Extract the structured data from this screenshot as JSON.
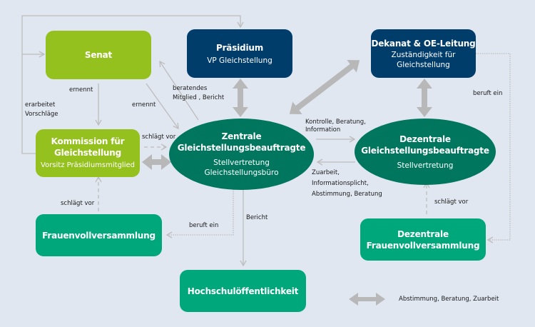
{
  "colors": {
    "background": "#e0e7f0",
    "senat_green": "#95c11f",
    "navy": "#003d6b",
    "dark_teal": "#00765f",
    "green": "#00a77b",
    "connector_gray": "#bdbdbd",
    "text_dark": "#1a1a1a",
    "text_light": "#ffffff"
  },
  "nodes": {
    "senat": {
      "title": "Senat"
    },
    "praesidium": {
      "title": "Präsidium",
      "subtitle": "VP Gleichstellung"
    },
    "dekanat": {
      "title": "Dekanat & OE-Leitung",
      "subtitle": "Zuständigkeit für\nGleichstellung"
    },
    "kommission": {
      "title": "Kommission für\nGleichstellung",
      "subtitle": "Vorsitz Präsidiumsmitglied"
    },
    "zentrale": {
      "title": "Zentrale\nGleichstellungsbeauftragte",
      "subtitle": "Stellvertretung\nGleichstellungsbüro"
    },
    "dezentrale": {
      "title": "Dezentrale\nGleichstellungsbeauftragte",
      "subtitle": "Stellvertretung"
    },
    "frauenvv": {
      "title": "Frauenvollversammlung"
    },
    "dez_frauenvv": {
      "title": "Dezentrale\nFrauenvollversammlung"
    },
    "hochschule": {
      "title": "Hochschulöffentlichkeit"
    }
  },
  "labels": {
    "ernennt_senat_kommission": "ernennt",
    "erarbeitet": "erarbeitet\nVorschläge",
    "ernennt_senat_zentrale": "ernennt",
    "beratendes": "beratendes\nMitglied , Bericht",
    "schlaegt_vor_kommission": "schlägt vor",
    "kontrolle": "Kontrolle, Beratung,\nInformation",
    "zuarbeit": "Zuarbeit,\nInformationsplicht,\nAbstimmung, Beratung",
    "schlaegt_vor_frauenvv": "schlägt vor",
    "beruft_ein_frauenvv": "beruft ein",
    "bericht": "Bericht",
    "schlaegt_vor_dezentrale": "schlägt vor",
    "beruft_ein_dekanat": "beruft ein"
  },
  "legend": {
    "double_arrow_meaning": "Abstimmung, Beratung, Zuarbeit"
  }
}
